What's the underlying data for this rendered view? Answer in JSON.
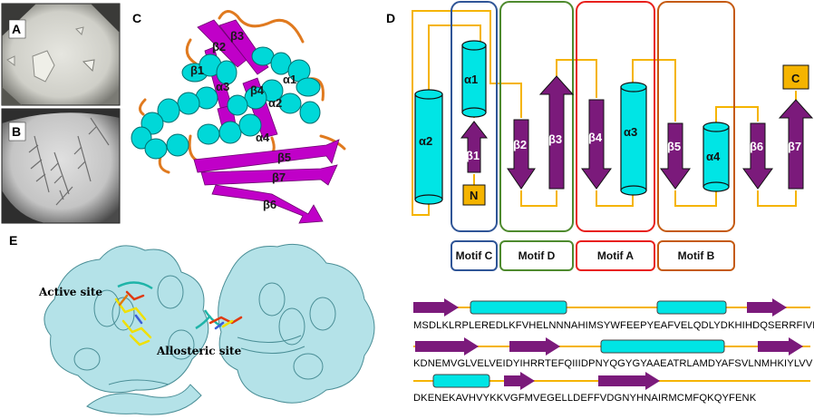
{
  "panels": {
    "a": "A",
    "b": "B",
    "c": "C",
    "d": "D",
    "e": "E"
  },
  "structure_c": {
    "labels": [
      "β2",
      "β3",
      "β1",
      "α1",
      "α3",
      "β4",
      "α2",
      "α4",
      "β5",
      "β7",
      "β6"
    ]
  },
  "topology_d": {
    "helices": [
      "α2",
      "α1",
      "α3",
      "α4"
    ],
    "strands": [
      "β1",
      "β2",
      "β3",
      "β4",
      "β5",
      "β6",
      "β7"
    ],
    "terminus_n": "N",
    "terminus_c": "C",
    "motifs": [
      "Motif C",
      "Motif D",
      "Motif A",
      "Motif B"
    ]
  },
  "panel_e": {
    "active_site": "Active site",
    "allosteric_site": "Allosteric site"
  },
  "sequence": {
    "line1": "MSDLKLRPLEREDLKFVHELNNNAHIMSYWFEEPYEAFVELQDLYDKHIHDQSERRFIVE",
    "line2": "KDNEMVGLVELVEIDYIHRRTEFQIIIDPNYQGYGYAAEATRLAMDYAFSVLNMHKIYLVV",
    "line3": "DKENEKAVHVYKKVGFMVEGELLDEFFVDGNYHNAIRMCMFQKQYFENK"
  },
  "colors": {
    "helix": "#00e5e5",
    "strand": "#7b1a7b",
    "loop": "#f5b400",
    "terminus": "#f5b400",
    "motif_c": "#2f5597",
    "motif_d": "#4e8a2e",
    "motif_a": "#e8201c",
    "motif_b": "#c55a11",
    "protein_e": "#a9dde3"
  }
}
